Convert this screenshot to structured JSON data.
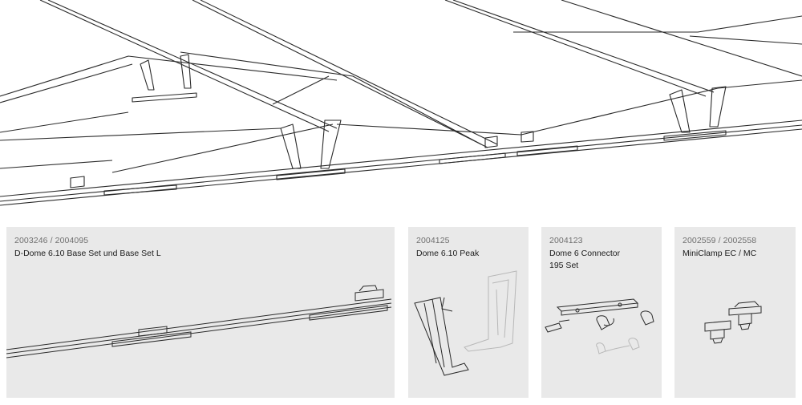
{
  "products": [
    {
      "code": "2003246 / 2004095",
      "title": "D-Dome 6.10 Base Set und Base Set L"
    },
    {
      "code": "2004125",
      "title": "Dome 6.10 Peak"
    },
    {
      "code": "2004123",
      "title": "Dome 6 Connector 195 Set"
    },
    {
      "code": "2002559 / 2002558",
      "title": "MiniClamp EC / MC"
    }
  ],
  "colors": {
    "card_bg": "#e9e9e9",
    "line": "#2a2a2a",
    "faded_line": "#b8b8b8"
  }
}
